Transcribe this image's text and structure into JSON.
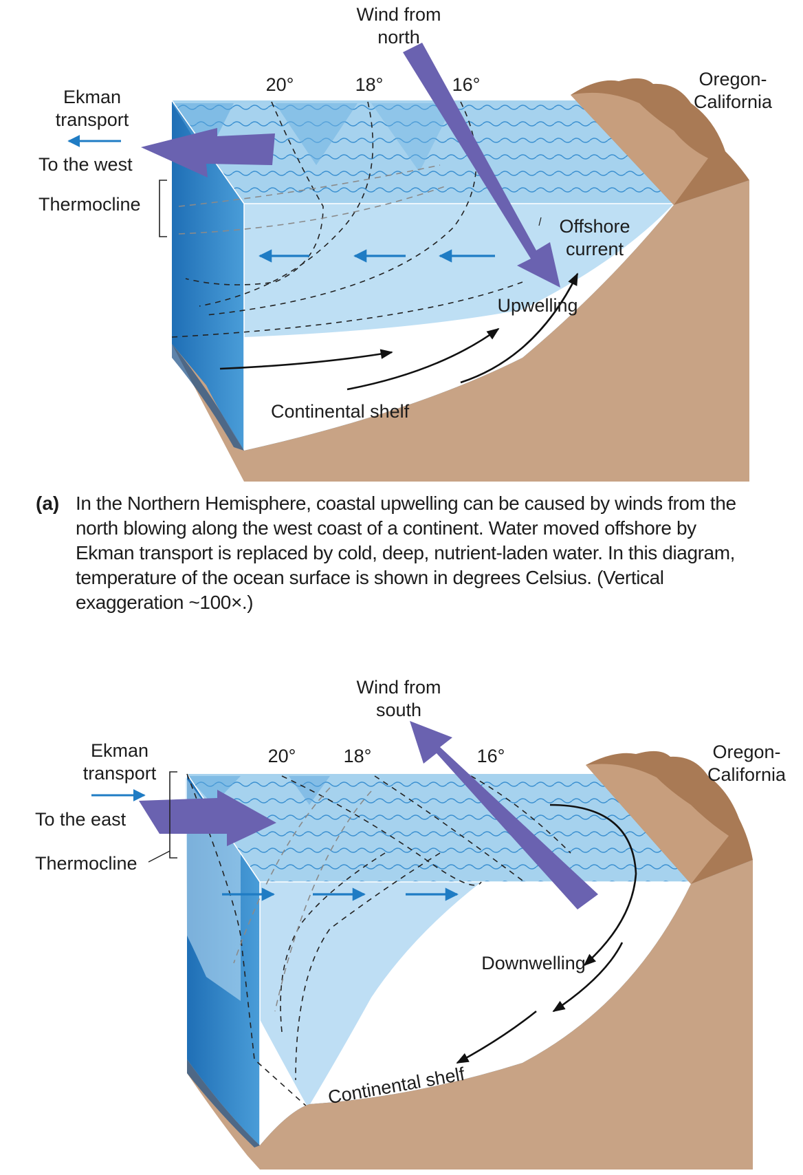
{
  "panel_a": {
    "wind_label": [
      "Wind from",
      "north"
    ],
    "temps": [
      "20°",
      "18°",
      "16°"
    ],
    "ekman_label": [
      "Ekman",
      "transport"
    ],
    "direction_label": "To the west",
    "thermocline_label": "Thermocline",
    "coast_label": [
      "Oregon-",
      "California"
    ],
    "offshore_label": [
      "Offshore",
      "current"
    ],
    "upwelling_label": "Upwelling",
    "shelf_label": "Continental shelf"
  },
  "caption_a": {
    "tag": "(a)",
    "text": "In the Northern Hemisphere, coastal upwelling can be caused by winds from the north blowing along the west coast of a continent. Water moved offshore by Ekman transport is replaced by cold, deep, nutrient-laden water. In this diagram, temperature of the ocean surface is shown in degrees Celsius. (Vertical exaggeration ~100×.)"
  },
  "panel_b": {
    "wind_label": [
      "Wind from",
      "south"
    ],
    "temps": [
      "20°",
      "18°",
      "16°"
    ],
    "ekman_label": [
      "Ekman",
      "transport"
    ],
    "direction_label": "To the east",
    "thermocline_label": "Thermocline",
    "coast_label": [
      "Oregon-",
      "California"
    ],
    "downwelling_label": "Downwelling",
    "shelf_label": "Continental shelf"
  },
  "colors": {
    "wind_arrow": "#6a62b0",
    "ocean_surface": "#a9d4ef",
    "ocean_deep": "#2f86c8",
    "land": "#c9a387",
    "land_dark": "#8a5e3b",
    "flow_arrow": "#1f7cc4"
  }
}
